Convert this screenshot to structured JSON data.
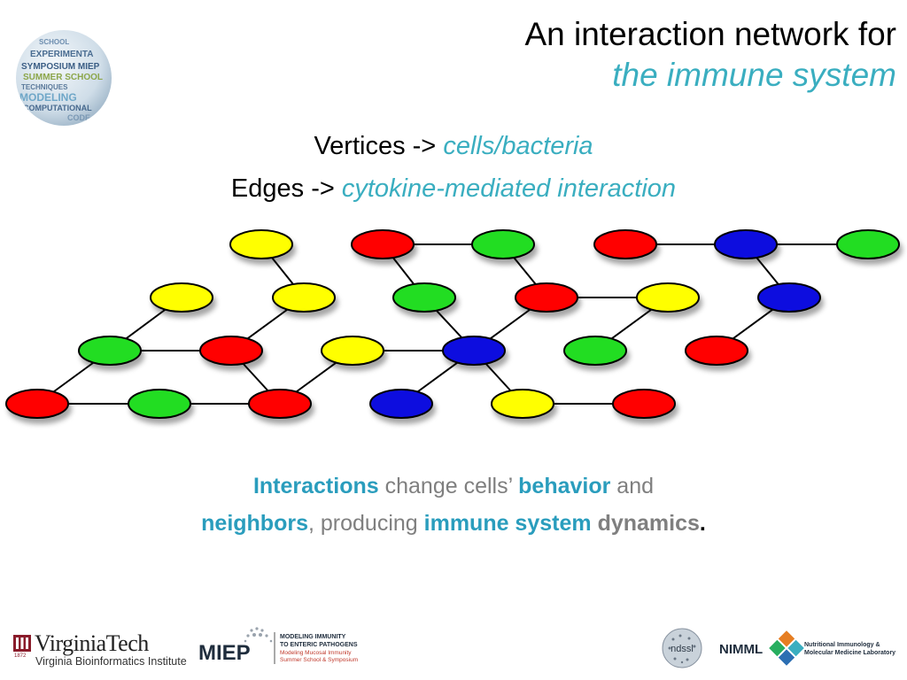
{
  "title": {
    "line1": "An interaction network for",
    "line2": "the immune system"
  },
  "subtitle": {
    "vertices_prefix": "Vertices -> ",
    "vertices_value": "cells/bacteria",
    "edges_prefix": "Edges -> ",
    "edges_value": "cytokine-mediated interaction"
  },
  "caption": {
    "w1": "Interactions",
    "w2": " change cells’ ",
    "w3": "behavior",
    "w4": " and",
    "w5": "neighbors",
    "w6": ",",
    "w7": " producing ",
    "w8": "immune system",
    "w9": " ",
    "w10": "dynamics",
    "w11": "."
  },
  "colors": {
    "red": "#ff0000",
    "green": "#22dd22",
    "yellow": "#ffff00",
    "blue": "#0a0adf",
    "teal": "#3aaec0",
    "edge": "#000000"
  },
  "network": {
    "nodes": [
      {
        "id": "a",
        "color": "yellow"
      },
      {
        "id": "b",
        "color": "red"
      },
      {
        "id": "c",
        "color": "green"
      },
      {
        "id": "d",
        "color": "red"
      },
      {
        "id": "e",
        "color": "blue"
      },
      {
        "id": "f",
        "color": "green"
      },
      {
        "id": "g",
        "color": "yellow"
      },
      {
        "id": "h",
        "color": "yellow"
      },
      {
        "id": "i",
        "color": "green"
      },
      {
        "id": "j",
        "color": "red"
      },
      {
        "id": "k",
        "color": "yellow"
      },
      {
        "id": "l",
        "color": "blue"
      },
      {
        "id": "m",
        "color": "green"
      },
      {
        "id": "n",
        "color": "red"
      },
      {
        "id": "o",
        "color": "yellow"
      },
      {
        "id": "p",
        "color": "blue"
      },
      {
        "id": "q",
        "color": "green"
      },
      {
        "id": "r",
        "color": "red"
      },
      {
        "id": "s",
        "color": "red"
      },
      {
        "id": "t",
        "color": "green"
      },
      {
        "id": "u",
        "color": "red"
      },
      {
        "id": "v",
        "color": "blue"
      },
      {
        "id": "w",
        "color": "yellow"
      },
      {
        "id": "x",
        "color": "red"
      }
    ],
    "edges": [
      [
        "a",
        "h"
      ],
      [
        "b",
        "c"
      ],
      [
        "b",
        "i"
      ],
      [
        "c",
        "j"
      ],
      [
        "d",
        "e"
      ],
      [
        "e",
        "f"
      ],
      [
        "e",
        "l"
      ],
      [
        "g",
        "m"
      ],
      [
        "h",
        "n"
      ],
      [
        "i",
        "p"
      ],
      [
        "j",
        "k"
      ],
      [
        "j",
        "p"
      ],
      [
        "k",
        "q"
      ],
      [
        "l",
        "r"
      ],
      [
        "m",
        "n"
      ],
      [
        "m",
        "s"
      ],
      [
        "n",
        "u"
      ],
      [
        "o",
        "p"
      ],
      [
        "o",
        "u"
      ],
      [
        "p",
        "v"
      ],
      [
        "p",
        "w"
      ],
      [
        "s",
        "t"
      ],
      [
        "t",
        "u"
      ],
      [
        "w",
        "x"
      ]
    ]
  },
  "logos": {
    "globe_words": [
      "SCHOOL",
      "EXPERIMENTA",
      "SYMPOSIUM MIEP",
      "SUMMER SCHOOL",
      "TECHNIQUES",
      "MODELING",
      "COMPUTATIONAL",
      "CODE"
    ],
    "vt_name": "VirginiaTech",
    "vt_inst": "Virginia Bioinformatics Institute",
    "vt_year": "1872",
    "miep_name": "MIEP",
    "miep_l1": "MODELING IMMUNITY",
    "miep_l2": "TO ENTERIC PATHOGENS",
    "miep_l3": "Modeling Mucosal Immunity",
    "miep_l4": "Summer School & Symposium",
    "ndssl": "ndssl",
    "nimml_name": "NIMML",
    "nimml_l1": "Nutritional Immunology &",
    "nimml_l2": "Molecular Medicine Laboratory"
  }
}
